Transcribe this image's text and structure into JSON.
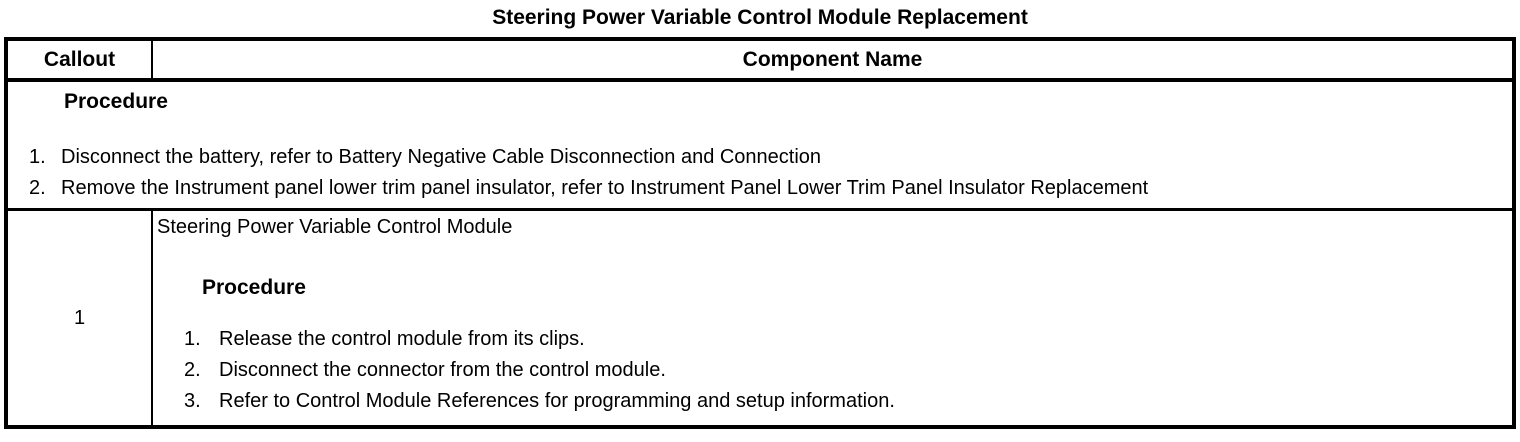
{
  "title": "Steering Power Variable Control Module Replacement",
  "table": {
    "headers": {
      "callout": "Callout",
      "component": "Component Name"
    },
    "procedure_row": {
      "heading": "Procedure",
      "steps": [
        {
          "num": "1.",
          "text": "Disconnect the battery, refer to Battery Negative Cable Disconnection and Connection"
        },
        {
          "num": "2.",
          "text": "Remove the Instrument panel lower trim panel insulator, refer to Instrument Panel Lower Trim Panel Insulator Replacement"
        }
      ]
    },
    "component_rows": [
      {
        "callout": "1",
        "component_name": "Steering Power Variable Control Module",
        "procedure_heading": "Procedure",
        "steps": [
          {
            "num": "1.",
            "text": "Release the control module from its clips."
          },
          {
            "num": "2.",
            "text": "Disconnect the connector from the control module."
          },
          {
            "num": "3.",
            "text": "Refer to Control Module References for programming and setup information."
          }
        ]
      }
    ]
  }
}
